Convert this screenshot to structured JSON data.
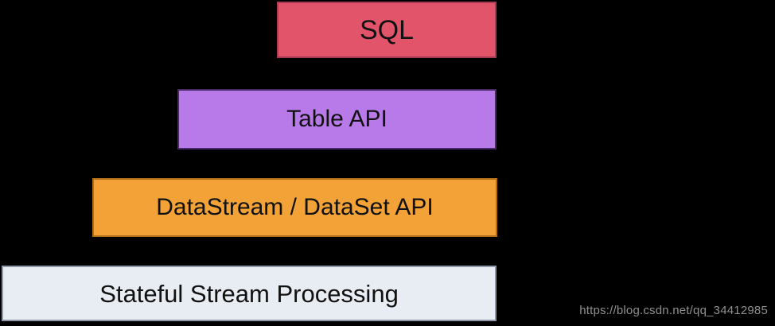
{
  "background": "#000000",
  "diagram": {
    "layers": [
      {
        "label": "SQL",
        "fill": "#e15469",
        "border": "#a63b52"
      },
      {
        "label": "Table API",
        "fill": "#b879e9",
        "border": "#4a2a66"
      },
      {
        "label": "DataStream / DataSet API",
        "fill": "#f2a237",
        "border": "#b06f1a"
      },
      {
        "label": "Stateful Stream Processing",
        "fill": "#e8ecf3",
        "border": "#8e97a6"
      }
    ]
  },
  "watermark": {
    "text": "https://blog.csdn.net/qq_34412985",
    "color": "#8f8f8f"
  }
}
